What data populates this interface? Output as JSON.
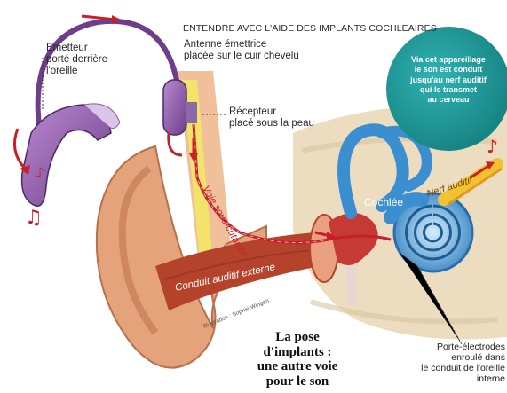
{
  "header": "ENTENDRE AVEC L'AIDE DES IMPLANTS COCHLEAIRES",
  "labels": {
    "emetteur": [
      "Emetteur",
      "porté derrière",
      "l'oreille"
    ],
    "antenne": [
      "Antenne émettrice",
      "placée sur le cuir chevelu"
    ],
    "recepteur": [
      "Récepteur",
      "placé sous la peau"
    ],
    "voie": "Voie sous-cutanée",
    "conduit": "Conduit auditif externe",
    "cochlee": "Cochlée",
    "nerf": "Nerf auditif",
    "credit": "Illustration : Sophie Wingen",
    "porte": [
      "Porte-électrodes",
      "enroulé dans",
      "le conduit de l'oreille",
      "interne"
    ]
  },
  "callout": [
    "Via cet appareillage",
    "le son est conduit",
    "jusqu'au nerf auditif",
    "qui le transmet",
    "au cerveau"
  ],
  "footer": [
    "La pose",
    "d'implants :",
    "une autre voie",
    "pour le son"
  ],
  "colors": {
    "device": "#8e5aa6",
    "skin": "#e3a77e",
    "bone": "#eadcc0",
    "cochlea": "#3b8fd0",
    "callout": "#1f9b9b",
    "arrow": "#c8202a",
    "nerve": "#f2c232"
  }
}
